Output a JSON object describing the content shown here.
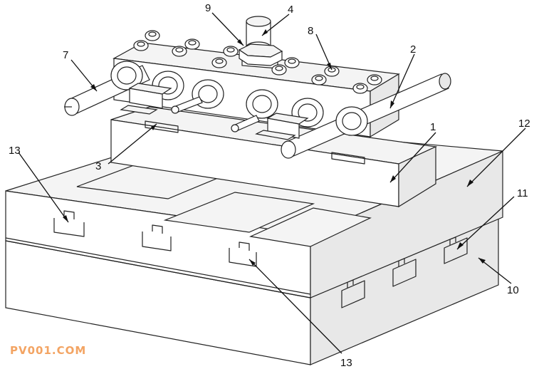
{
  "labels": {
    "l1": "1",
    "l2": "2",
    "l3": "3",
    "l4": "4",
    "l7": "7",
    "l8": "8",
    "l9": "9",
    "l10": "10",
    "l11": "11",
    "l12": "12",
    "l13a": "13",
    "l13b": "13"
  },
  "watermark": "PV001.COM",
  "colors": {
    "line": "#222222",
    "watermark": "#f3a463",
    "background": "#ffffff"
  }
}
